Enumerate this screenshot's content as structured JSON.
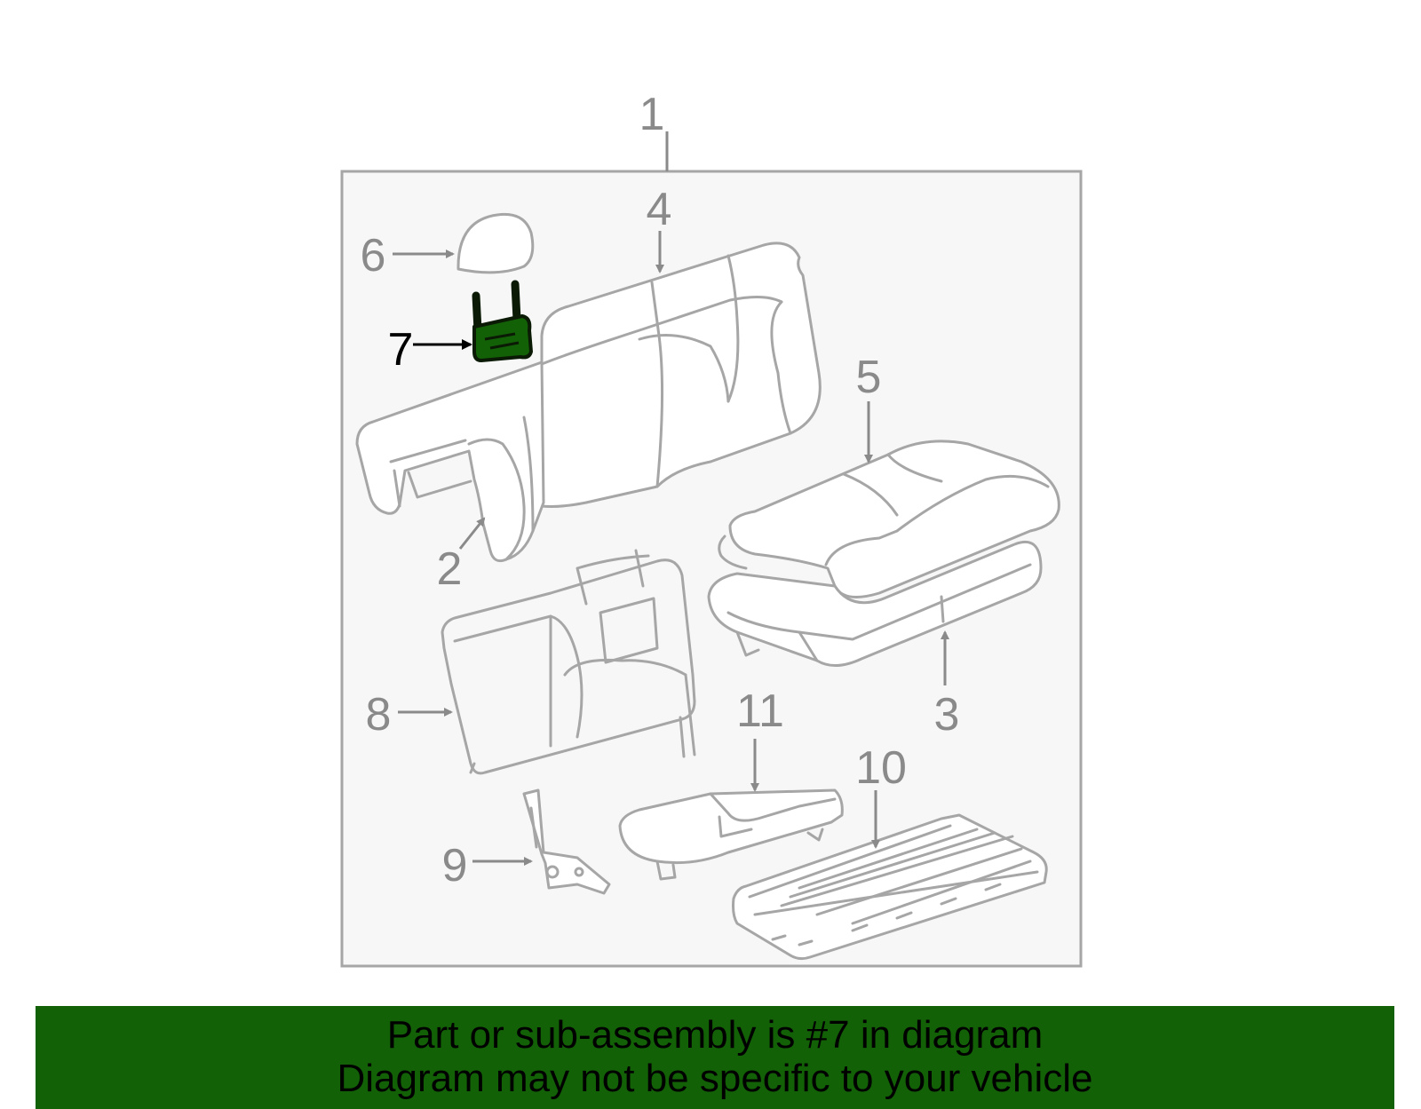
{
  "callouts": {
    "c1": "1",
    "c2": "2",
    "c3": "3",
    "c4": "4",
    "c5": "5",
    "c6": "6",
    "c7": "7",
    "c8": "8",
    "c9": "9",
    "c10": "10",
    "c11": "11"
  },
  "highlighted_part": "7",
  "colors": {
    "highlight": "#136107",
    "banner_background": "#136107",
    "panel_background": "#f7f7f7",
    "line_gray": "#a6a6a6"
  },
  "banner": {
    "line1": "Part or sub-assembly is #7 in diagram",
    "line2": "Diagram may not be specific to your vehicle"
  }
}
